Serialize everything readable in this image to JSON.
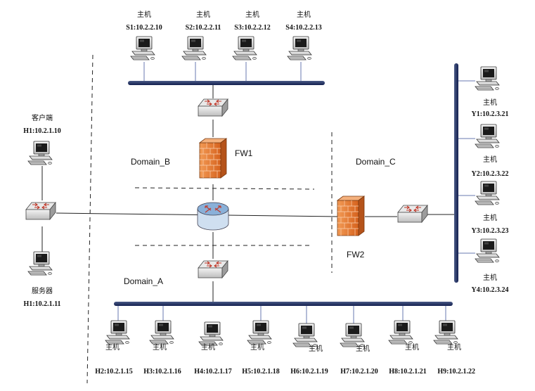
{
  "host_label": "主机",
  "top_hosts": [
    {
      "id": "S1:10.2.2.10"
    },
    {
      "id": "S2:10.2.2.11"
    },
    {
      "id": "S3:10.2.2.12"
    },
    {
      "id": "S4:10.2.2.13"
    }
  ],
  "bottom_hosts": [
    {
      "id": "H2:10.2.1.15"
    },
    {
      "id": "H3:10.2.1.16"
    },
    {
      "id": "H4:10.2.1.17"
    },
    {
      "id": "H5:10.2.1.18"
    },
    {
      "id": "H6:10.2.1.19"
    },
    {
      "id": "H7:10.2.1.20"
    },
    {
      "id": "H8:10.2.1.21"
    },
    {
      "id": "H9:10.2.1.22"
    }
  ],
  "right_hosts": [
    {
      "id": "Y1:10.2.3.21"
    },
    {
      "id": "Y2:10.2.3.22"
    },
    {
      "id": "Y3:10.2.3.23"
    },
    {
      "id": "Y4:10.2.3.24"
    }
  ],
  "client": {
    "label": "客户端",
    "id": "H1:10.2.1.10"
  },
  "server": {
    "label": "服务器",
    "id": "H1:10.2.1.11"
  },
  "firewalls": {
    "fw1": "FW1",
    "fw2": "FW2"
  },
  "domains": {
    "a": "Domain_A",
    "b": "Domain_B",
    "c": "Domain_C"
  },
  "colors": {
    "line": "#222222",
    "bus": "#1f2f5f",
    "firewall": "#e8772e",
    "router": "#8ab0d8",
    "switch": "#c8c8c8"
  }
}
